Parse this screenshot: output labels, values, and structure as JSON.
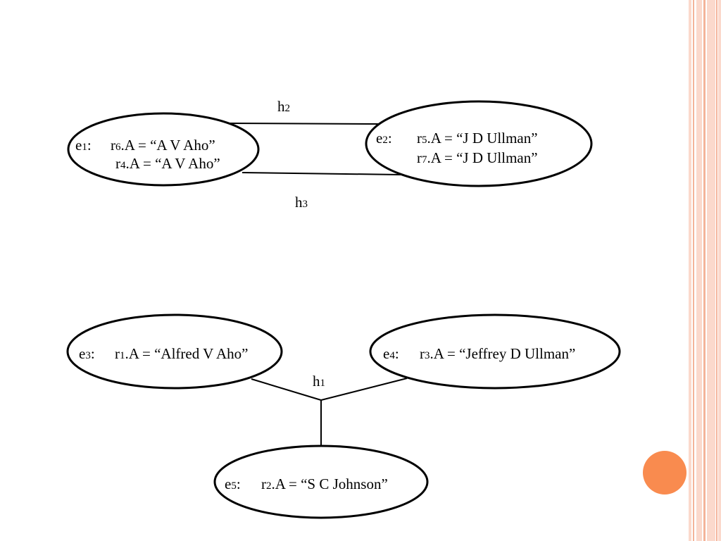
{
  "colors": {
    "border_light": "#fbd9cc",
    "border_mid": "#f4b49a",
    "accent": "#f98b4f",
    "stroke": "#000000"
  },
  "edges": {
    "h1": {
      "label": "h",
      "index": "1"
    },
    "h2": {
      "label": "h",
      "index": "2"
    },
    "h3": {
      "label": "h",
      "index": "3"
    }
  },
  "entities": {
    "e1": {
      "name": "e",
      "index": "1",
      "sep": ":",
      "records": [
        {
          "r": "r",
          "idx": "6",
          "expr": ".A = “A V Aho”"
        },
        {
          "r": "r",
          "idx": "4",
          "expr": ".A = “A V Aho”"
        }
      ]
    },
    "e2": {
      "name": "e",
      "index": "2",
      "sep": ":",
      "records": [
        {
          "r": "r",
          "idx": "5",
          "expr": ".A = “J D Ullman”"
        },
        {
          "r": "r",
          "idx": "7",
          "expr": ".A = “J D Ullman”"
        }
      ]
    },
    "e3": {
      "name": "e",
      "index": "3",
      "sep": ":",
      "records": [
        {
          "r": "r",
          "idx": "1",
          "expr": ".A = “Alfred V Aho”"
        }
      ]
    },
    "e4": {
      "name": "e",
      "index": "4",
      "sep": ":",
      "records": [
        {
          "r": "r",
          "idx": "3",
          "expr": ".A = “Jeffrey D Ullman”"
        }
      ]
    },
    "e5": {
      "name": "e",
      "index": "5",
      "sep": ":",
      "records": [
        {
          "r": "r",
          "idx": "2",
          "expr": ".A = “S C Johnson”"
        }
      ]
    }
  }
}
